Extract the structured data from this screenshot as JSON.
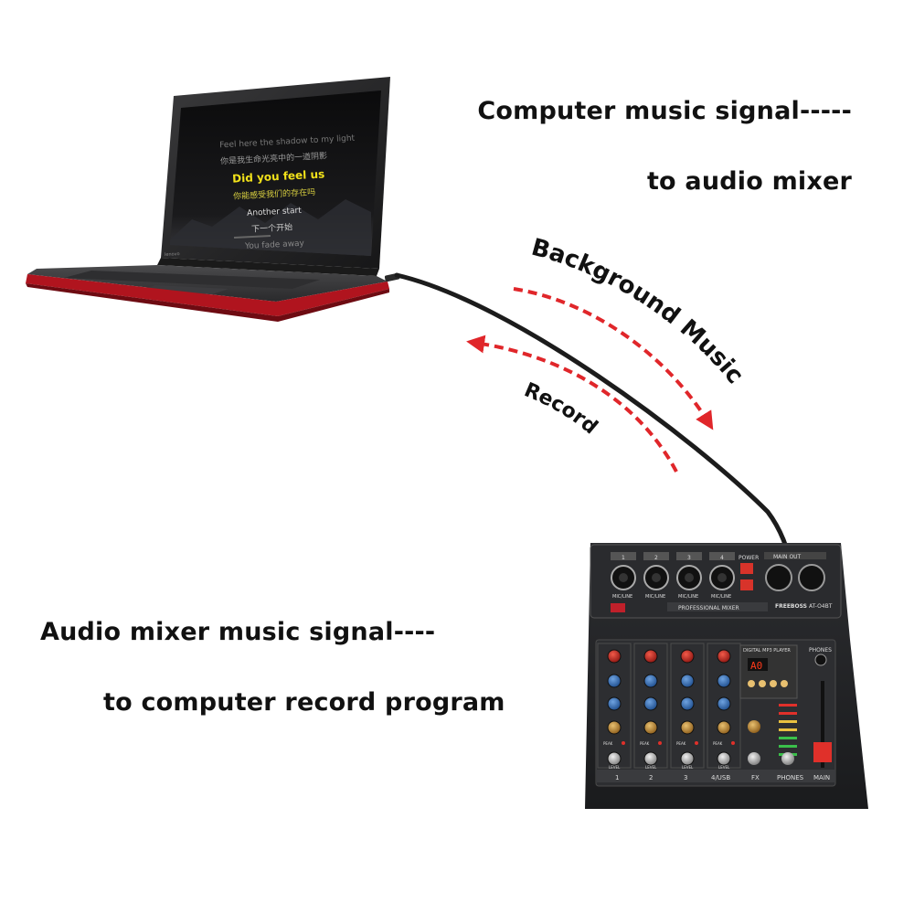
{
  "captions": {
    "computer_signal_line1": "Computer music signal-----",
    "computer_signal_line2": "to audio mixer",
    "mixer_signal_line1": "Audio mixer music signal----",
    "mixer_signal_line2": "to computer record program"
  },
  "arrows": {
    "background_music": "Background Music",
    "record": "Record"
  },
  "laptop_screen": {
    "lines": [
      "Feel here the shadow to my light",
      "你是我生命光亮中的一道阴影",
      "Did you feel us",
      "你能感受我们的存在吗",
      "Another start",
      "下一个开始",
      "You fade away"
    ],
    "brand": "lenovo"
  },
  "mixer": {
    "channel_numbers": [
      "1",
      "2",
      "3",
      "4"
    ],
    "input_label": "MIC/LINE",
    "main_out": "MAIN OUT",
    "power": "POWER",
    "title": "PROFESSIONAL MIXER",
    "brand": "FREEBOSS",
    "model": "AT-O4BT",
    "player": "DIGITAL MP3 PLAYER",
    "display": "A0",
    "phones": "PHONES",
    "bottom_labels": [
      "1",
      "2",
      "3",
      "4/USB",
      "FX",
      "PHONES",
      "MAIN"
    ],
    "level": "LEVEL",
    "peak": "PEAK"
  },
  "colors": {
    "arrow_red": "#e0262a",
    "laptop_red": "#b0141e",
    "lyric_yellow": "#f2e21a"
  }
}
